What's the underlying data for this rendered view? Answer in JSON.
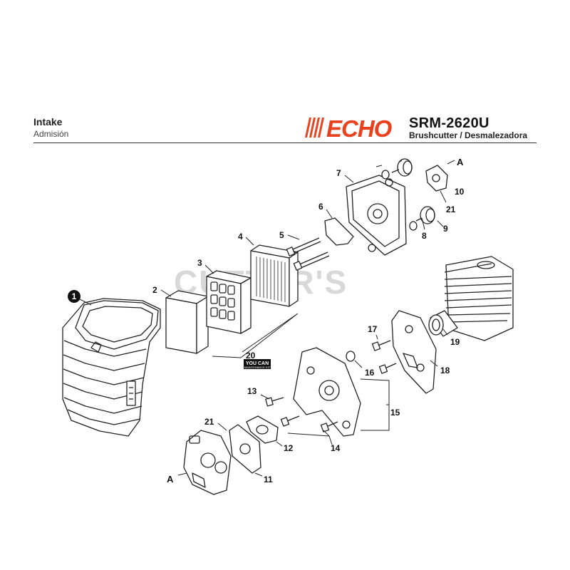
{
  "header": {
    "section_title": "Intake",
    "section_subtitle": "Admisión",
    "brand": "ECHO",
    "model": "SRM-2620U",
    "model_description": "Brushcutter / Desmalezadora"
  },
  "watermark": "CUTTER'S",
  "kit_badge": {
    "line1": "YOU CAN",
    "line2": "MAINTENANCE KIT"
  },
  "callouts": {
    "p1": "1",
    "p2": "2",
    "p3": "3",
    "p4": "4",
    "p5": "5",
    "p6": "6",
    "p7": "7",
    "p8": "8",
    "p9": "9",
    "p10": "10",
    "p11": "11",
    "p12": "12",
    "p13": "13",
    "p14": "14",
    "p15": "15",
    "p16": "16",
    "p17": "17",
    "p18": "18",
    "p19": "19",
    "p20": "20",
    "p21a": "21",
    "p21b": "21",
    "refA_top": "A",
    "refA_bottom": "A"
  },
  "colors": {
    "brand_red": "#e8411d",
    "line": "#222222",
    "watermark": "#d8d8d8"
  }
}
